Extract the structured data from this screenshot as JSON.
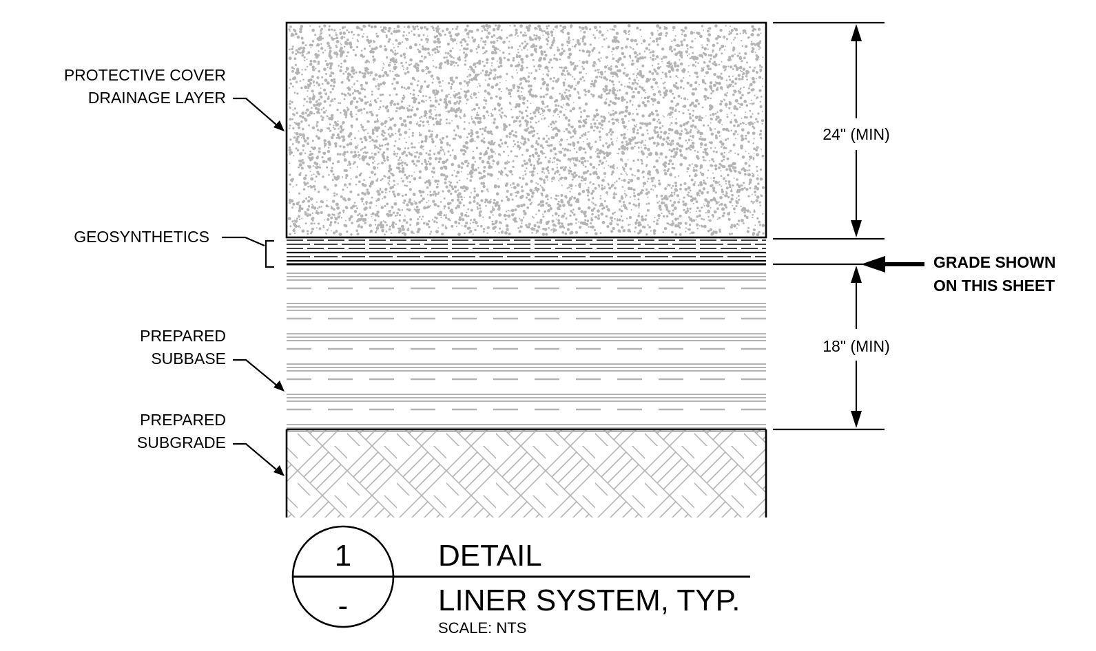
{
  "labels": {
    "protective_cover_line1": "PROTECTIVE COVER",
    "protective_cover_line2": "DRAINAGE LAYER",
    "geosynthetics": "GEOSYNTHETICS",
    "subbase_line1": "PREPARED",
    "subbase_line2": "SUBBASE",
    "subgrade_line1": "PREPARED",
    "subgrade_line2": "SUBGRADE"
  },
  "dimensions": {
    "top": "24\" (MIN)",
    "bottom": "18\" (MIN)"
  },
  "grade_callout": {
    "line1": "GRADE SHOWN",
    "line2": "ON THIS SHEET"
  },
  "title_block": {
    "detail_number": "1",
    "sheet_ref": "-",
    "heading": "DETAIL",
    "title": "LINER SYSTEM, TYP.",
    "scale": "SCALE:  NTS"
  },
  "colors": {
    "line": "#000000",
    "hatch": "#b4b4b4"
  }
}
